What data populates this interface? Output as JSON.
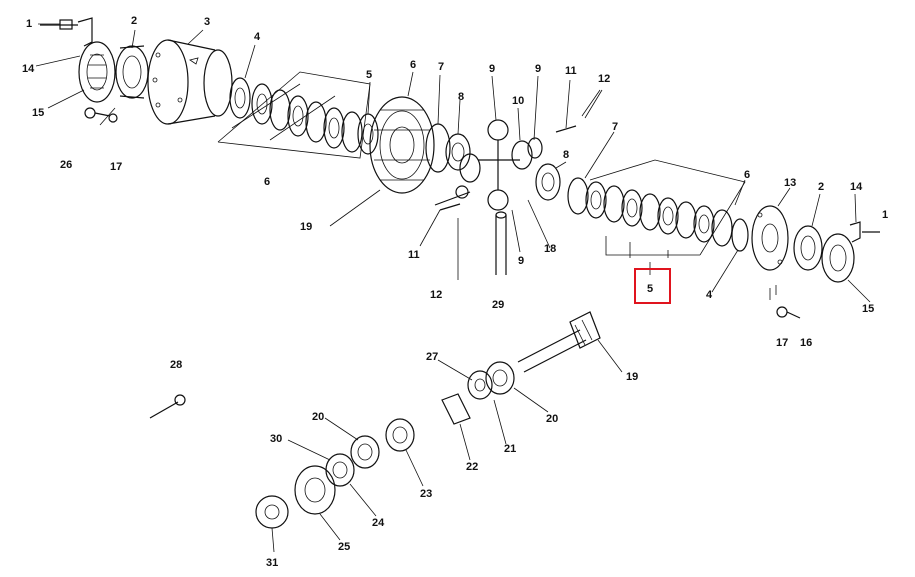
{
  "highlight": {
    "label": "5",
    "color": "#e0141e"
  },
  "callouts": [
    {
      "id": "c1",
      "text": "1"
    },
    {
      "id": "c2",
      "text": "2"
    },
    {
      "id": "c3",
      "text": "3"
    },
    {
      "id": "c4",
      "text": "4"
    },
    {
      "id": "c14",
      "text": "14"
    },
    {
      "id": "c15",
      "text": "15"
    },
    {
      "id": "c26",
      "text": "26"
    },
    {
      "id": "c17",
      "text": "17"
    },
    {
      "id": "c5a",
      "text": "5"
    },
    {
      "id": "c6a",
      "text": "6"
    },
    {
      "id": "c6b",
      "text": "6"
    },
    {
      "id": "c7a",
      "text": "7"
    },
    {
      "id": "c8a",
      "text": "8"
    },
    {
      "id": "c9a",
      "text": "9"
    },
    {
      "id": "c9b",
      "text": "9"
    },
    {
      "id": "c10",
      "text": "10"
    },
    {
      "id": "c11a",
      "text": "11"
    },
    {
      "id": "c12a",
      "text": "12"
    },
    {
      "id": "c7b",
      "text": "7"
    },
    {
      "id": "c8b",
      "text": "8"
    },
    {
      "id": "c6c",
      "text": "6"
    },
    {
      "id": "c13",
      "text": "13"
    },
    {
      "id": "c2b",
      "text": "2"
    },
    {
      "id": "c14b",
      "text": "14"
    },
    {
      "id": "c1b",
      "text": "1"
    },
    {
      "id": "c19a",
      "text": "19"
    },
    {
      "id": "c11b",
      "text": "11"
    },
    {
      "id": "c9c",
      "text": "9"
    },
    {
      "id": "c18",
      "text": "18"
    },
    {
      "id": "c12b",
      "text": "12"
    },
    {
      "id": "c29",
      "text": "29"
    },
    {
      "id": "c4b",
      "text": "4"
    },
    {
      "id": "c15b",
      "text": "15"
    },
    {
      "id": "c17b",
      "text": "17"
    },
    {
      "id": "c16",
      "text": "16"
    },
    {
      "id": "c28",
      "text": "28"
    },
    {
      "id": "c27",
      "text": "27"
    },
    {
      "id": "c19b",
      "text": "19"
    },
    {
      "id": "c20a",
      "text": "20"
    },
    {
      "id": "c20b",
      "text": "20"
    },
    {
      "id": "c30",
      "text": "30"
    },
    {
      "id": "c21",
      "text": "21"
    },
    {
      "id": "c22",
      "text": "22"
    },
    {
      "id": "c23",
      "text": "23"
    },
    {
      "id": "c24",
      "text": "24"
    },
    {
      "id": "c25",
      "text": "25"
    },
    {
      "id": "c31",
      "text": "31"
    }
  ]
}
